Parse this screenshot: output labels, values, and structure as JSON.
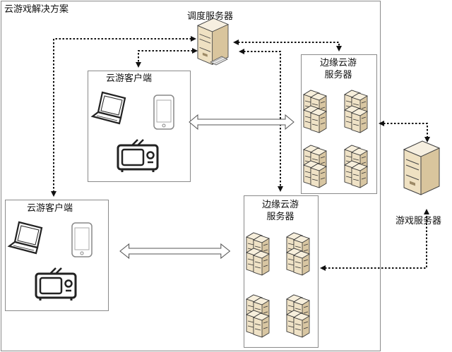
{
  "title": "云游戏解决方案",
  "scheduler": {
    "label": "调度服务器"
  },
  "edge_servers": [
    {
      "label_line1": "边缘云游",
      "label_line2": "服务器"
    },
    {
      "label_line1": "边缘云游",
      "label_line2": "服务器"
    }
  ],
  "clients": [
    {
      "label": "云游客户端"
    },
    {
      "label": "云游客户端"
    }
  ],
  "game_server": {
    "label": "游戏服务器"
  },
  "icons": [
    "laptop-icon",
    "phone-icon",
    "tv-icon",
    "server-tower-icon",
    "server-rack-icon",
    "keyboard-icon"
  ]
}
